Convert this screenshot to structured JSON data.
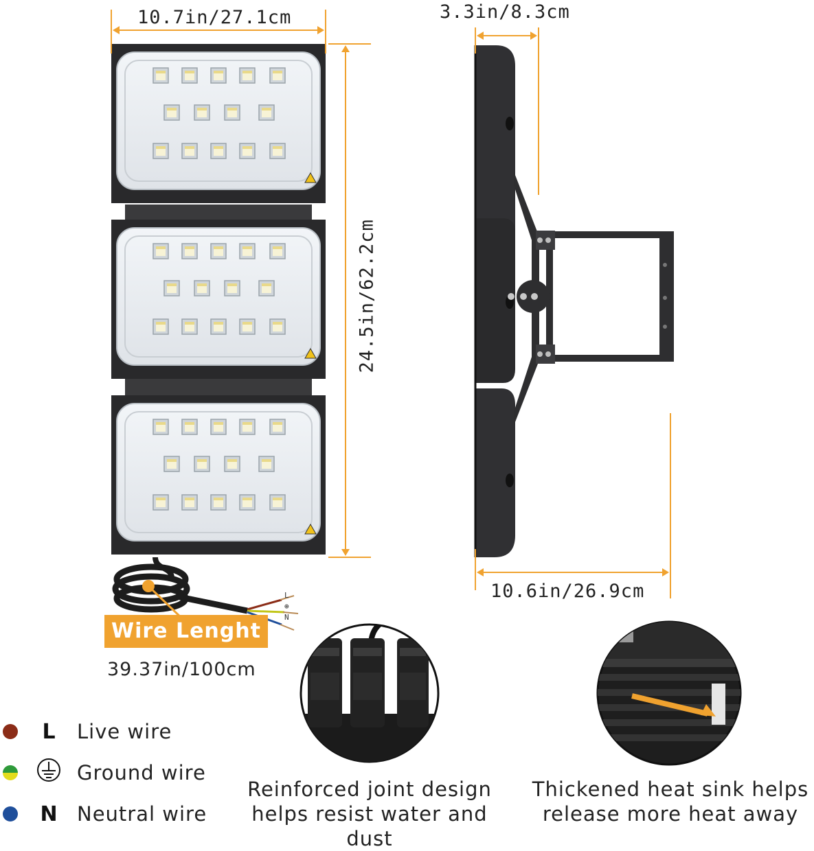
{
  "dimensions": {
    "front_width": "10.7in/27.1cm",
    "front_height": "24.5in/62.2cm",
    "side_depth": "3.3in/8.3cm",
    "side_width": "10.6in/26.9cm"
  },
  "wire": {
    "badge": "Wire Lenght",
    "length": "39.37in/100cm",
    "end_labels": [
      "L",
      "⊕",
      "N"
    ]
  },
  "legend": [
    {
      "symbol": "L",
      "label": "Live wire",
      "color": "#8b2c17"
    },
    {
      "symbol": "⏚",
      "label": "Ground wire",
      "color": "#c2c61a"
    },
    {
      "symbol": "N",
      "label": "Neutral wire",
      "color": "#1f4f9b"
    }
  ],
  "features": [
    {
      "caption_line1": "Reinforced joint design",
      "caption_line2": "helps resist water and dust"
    },
    {
      "caption_line1": "Thickened heat sink helps",
      "caption_line2": "release more heat away"
    }
  ],
  "colors": {
    "accent": "#f0a22f",
    "housing": "#2b2b2d",
    "led_panel": "#e6eaef"
  }
}
